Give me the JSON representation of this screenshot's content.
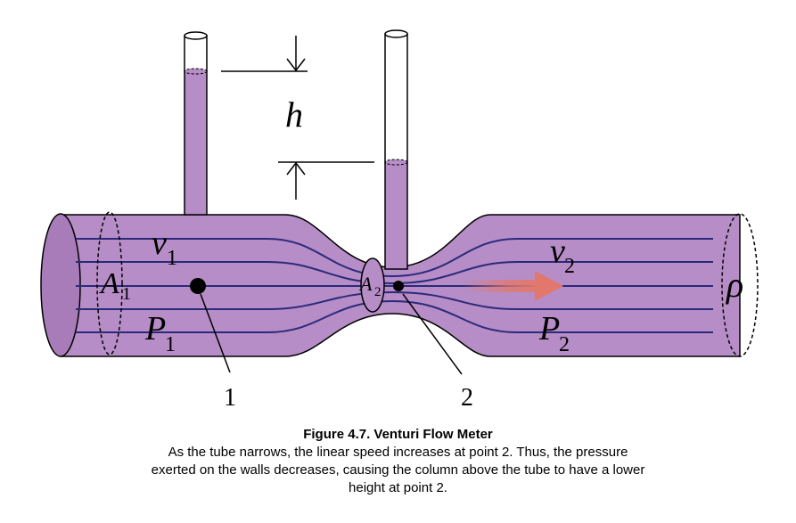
{
  "labels": {
    "h": "h",
    "v1": "v",
    "v1_sub": "1",
    "v2": "v",
    "v2_sub": "2",
    "a1": "A",
    "a1_sub": "1",
    "a2": "A",
    "a2_sub": "2",
    "p1": "P",
    "p1_sub": "1",
    "p2": "P",
    "p2_sub": "2",
    "rho": "ρ",
    "point1": "1",
    "point2": "2"
  },
  "caption": {
    "title": "Figure 4.7.  Venturi Flow Meter",
    "body": "As the tube narrows, the linear speed increases at point 2. Thus, the pressure exerted on the walls decreases, causing the column above the tube to have a lower height at point 2."
  },
  "colors": {
    "fluid": "#b68dc6",
    "fluid_dark": "#a77cb8",
    "streamline": "#2b2a7a",
    "arrow": "#e2786c",
    "outline": "#000000"
  }
}
